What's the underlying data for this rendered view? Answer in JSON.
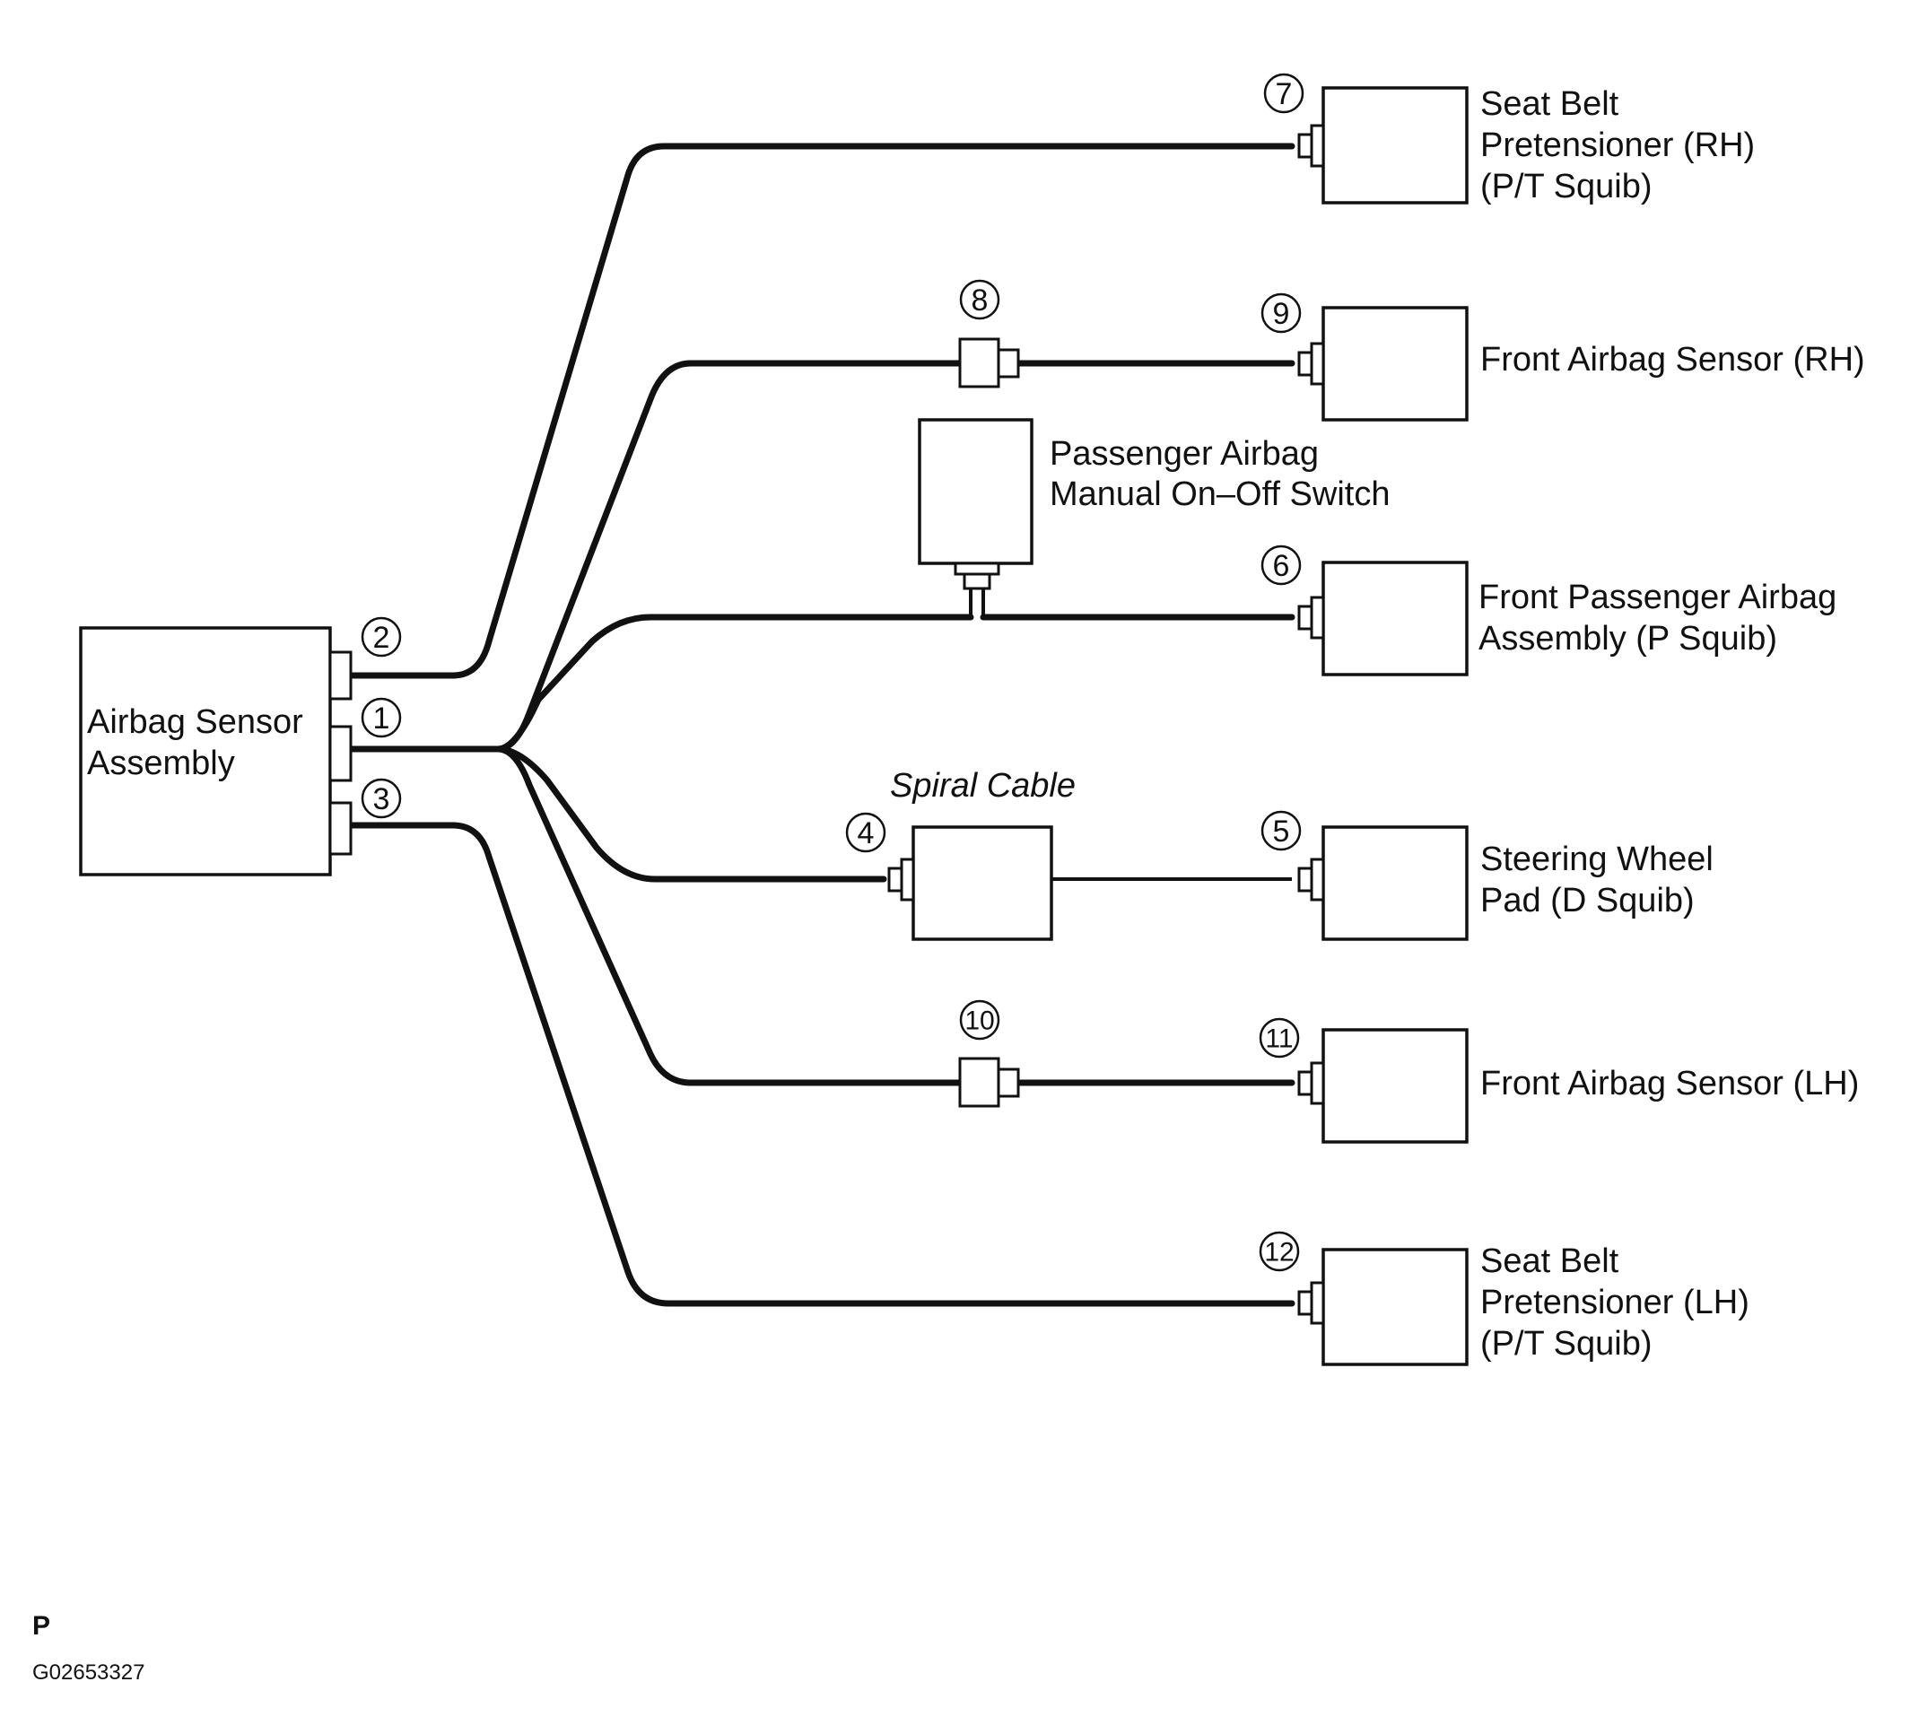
{
  "components": {
    "airbag_sensor_assembly": [
      "Airbag Sensor",
      "Assembly"
    ],
    "seat_belt_pretensioner_rh": [
      "Seat Belt",
      "Pretensioner (RH)",
      "(P/T Squib)"
    ],
    "front_airbag_sensor_rh": [
      "Front Airbag Sensor (RH)"
    ],
    "passenger_airbag_switch": [
      "Passenger Airbag",
      "Manual On–Off Switch"
    ],
    "front_passenger_airbag_assembly": [
      "Front Passenger Airbag",
      "Assembly (P Squib)"
    ],
    "spiral_cable": [
      "Spiral Cable"
    ],
    "steering_wheel_pad": [
      "Steering Wheel",
      "Pad (D Squib)"
    ],
    "front_airbag_sensor_lh": [
      "Front Airbag Sensor (LH)"
    ],
    "seat_belt_pretensioner_lh": [
      "Seat Belt",
      "Pretensioner (LH)",
      "(P/T Squib)"
    ]
  },
  "connectors": [
    "1",
    "2",
    "3",
    "4",
    "5",
    "6",
    "7",
    "8",
    "9",
    "10",
    "11",
    "12"
  ],
  "footer": {
    "mark": "P",
    "code": "G02653327"
  }
}
